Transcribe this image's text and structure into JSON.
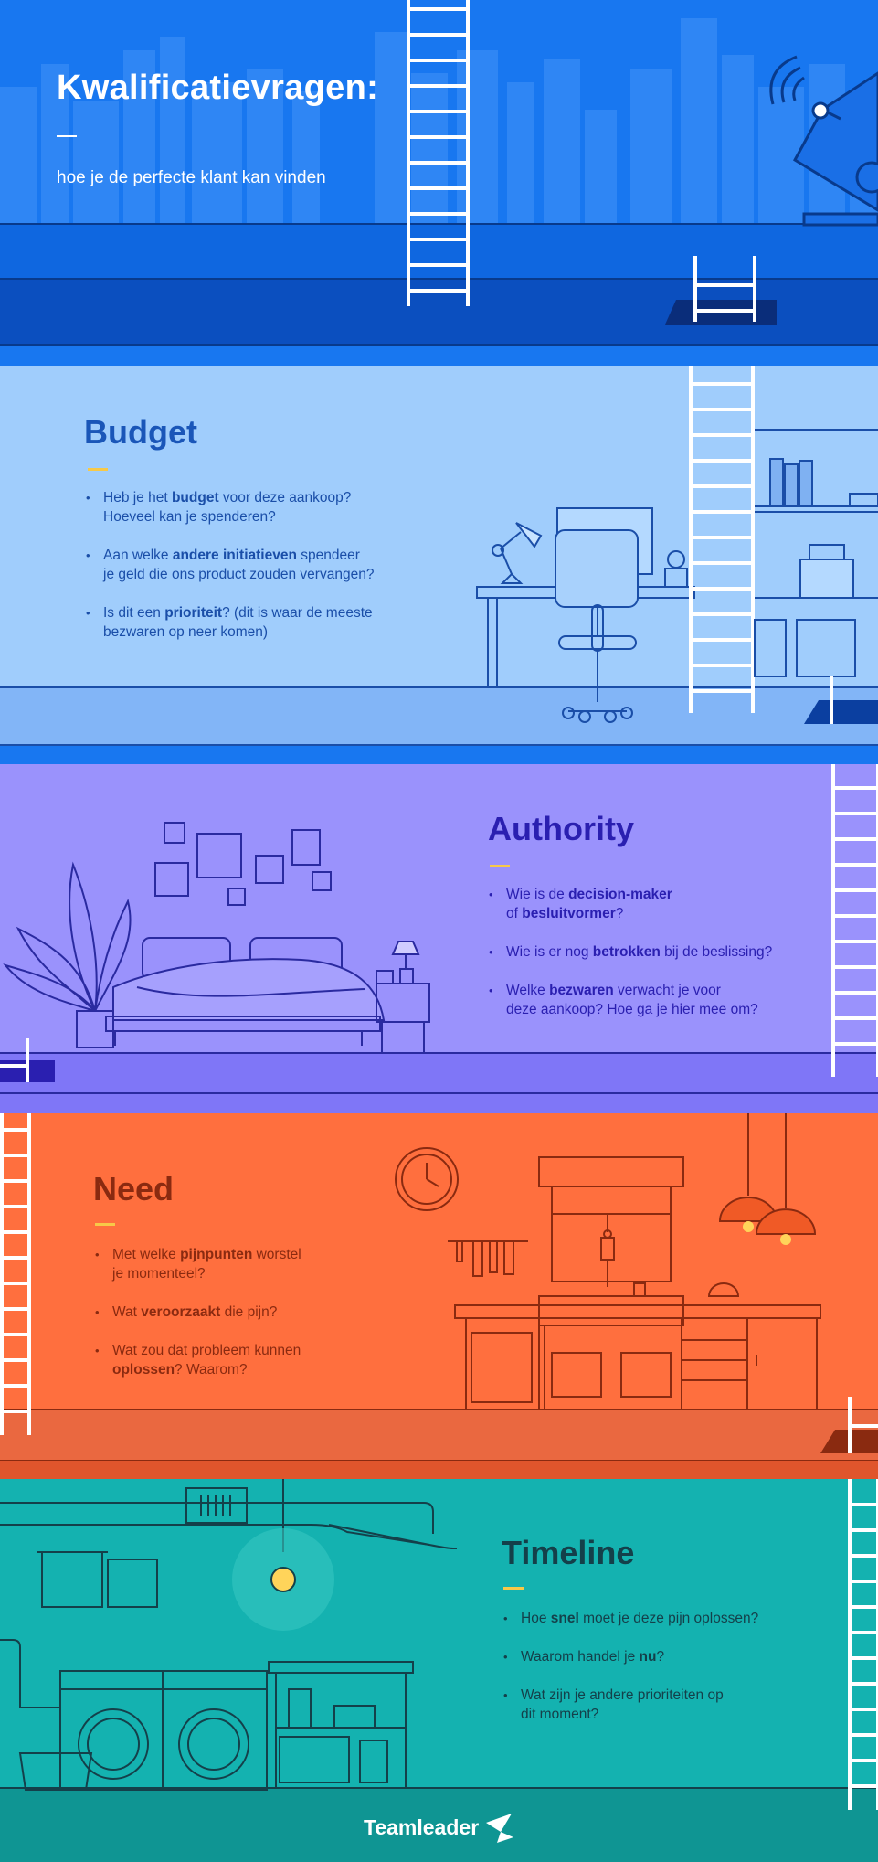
{
  "header": {
    "title": "Kwalificatievragen:",
    "dash": "—",
    "subtitle": "hoe je de perfecte klant kan vinden"
  },
  "sections": [
    {
      "id": "budget",
      "title": "Budget",
      "items": [
        {
          "parts": [
            "Heb je het ",
            "budget",
            " voor deze aankoop?"
          ],
          "line2": "Hoeveel kan je spenderen?"
        },
        {
          "parts": [
            "Aan welke ",
            "andere initiatieven",
            " spendeer"
          ],
          "line2": "je geld die ons product zouden vervangen?"
        },
        {
          "parts": [
            "Is dit een ",
            "prioriteit",
            "? (dit is waar de meeste"
          ],
          "line2": "bezwaren op neer komen)"
        }
      ]
    },
    {
      "id": "authority",
      "title": "Authority",
      "items": [
        {
          "parts": [
            "Wie is de ",
            "decision-maker",
            ""
          ],
          "line2a": "of ",
          "line2b": "besluitvormer",
          "line2c": "?"
        },
        {
          "parts": [
            "Wie is er nog ",
            "betrokken",
            " bij de beslissing?"
          ]
        },
        {
          "parts": [
            "Welke ",
            "bezwaren",
            " verwacht je voor"
          ],
          "line2": "deze aankoop? Hoe ga je hier mee om?"
        }
      ]
    },
    {
      "id": "need",
      "title": "Need",
      "items": [
        {
          "parts": [
            "Met welke ",
            "pijnpunten",
            " worstel"
          ],
          "line2": "je momenteel?"
        },
        {
          "parts": [
            "Wat ",
            "veroorzaakt",
            " die pijn?"
          ]
        },
        {
          "parts": [
            "Wat zou dat probleem kunnen",
            "",
            ""
          ],
          "line2b": "oplossen",
          "line2c": "? Waarom?"
        }
      ]
    },
    {
      "id": "timeline",
      "title": "Timeline",
      "items": [
        {
          "parts": [
            "Hoe ",
            "snel",
            " moet je deze pijn oplossen?"
          ]
        },
        {
          "parts": [
            "Waarom handel je ",
            "nu",
            "?"
          ]
        },
        {
          "parts": [
            "Wat zijn je andere prioriteiten op",
            "",
            ""
          ],
          "line2": "dit moment?"
        }
      ]
    }
  ],
  "footer": {
    "brand": "Teamleader"
  },
  "colors": {
    "header_bg": "#1877f0",
    "budget_bg": "#a0cdfc",
    "authority_bg": "#9a92fc",
    "need_bg": "#ff6f3e",
    "timeline_bg": "#14b2b0",
    "accent_dash": "#f7c948"
  }
}
